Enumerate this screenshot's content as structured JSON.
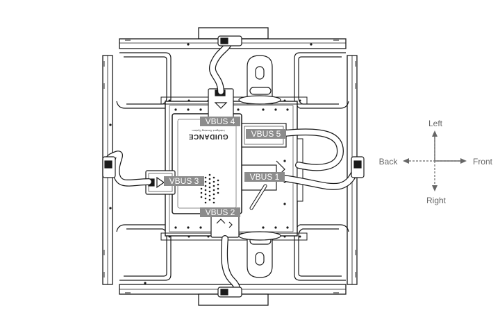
{
  "colors": {
    "line": "#1a1a1a",
    "label_bg": "#8c8c8c",
    "label_text": "#ffffff",
    "arrow": "#666666"
  },
  "logo": {
    "brand": "GUIDANCE",
    "tagline": "Intelligent Sensing System"
  },
  "ports": {
    "vbus1": "VBUS 1",
    "vbus2": "VBUS 2",
    "vbus3": "VBUS 3",
    "vbus4": "VBUS 4",
    "vbus5": "VBUS 5"
  },
  "directions": {
    "left": "Left",
    "right": "Right",
    "front": "Front",
    "back": "Back"
  }
}
